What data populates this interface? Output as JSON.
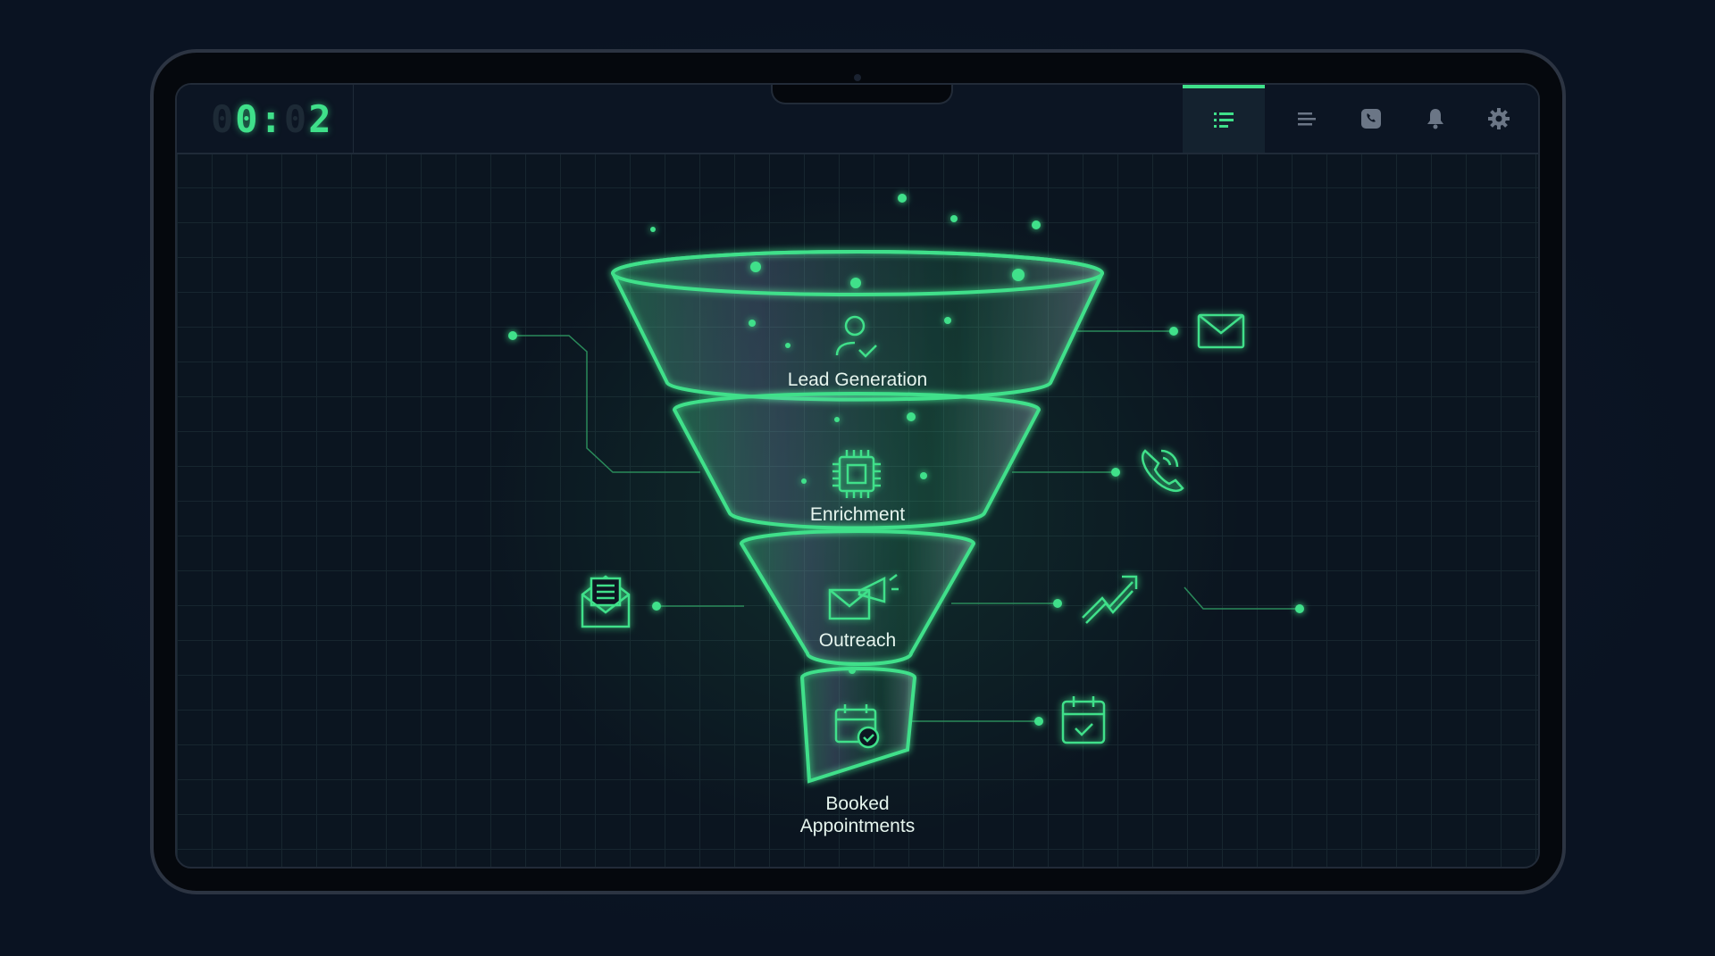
{
  "clock": {
    "digits": [
      "0",
      "0",
      ":",
      "0",
      "2"
    ],
    "lit": [
      false,
      true,
      true,
      false,
      true
    ]
  },
  "header": {
    "tabs": [
      {
        "name": "list-view",
        "icon": "list-icon",
        "active": true
      },
      {
        "name": "menu",
        "icon": "menu-lines-icon",
        "active": false
      },
      {
        "name": "phone",
        "icon": "phone-icon",
        "active": false
      },
      {
        "name": "notifications",
        "icon": "bell-icon",
        "active": false
      },
      {
        "name": "settings",
        "icon": "gear-icon",
        "active": false
      }
    ]
  },
  "funnel": {
    "stages": [
      {
        "label": "Lead Generation",
        "icon": "user-check-icon"
      },
      {
        "label": "Enrichment",
        "icon": "chip-icon"
      },
      {
        "label": "Outreach",
        "icon": "mail-megaphone-icon"
      },
      {
        "label_line1": "Booked",
        "label_line2": "Appointments",
        "icon": "calendar-check-icon"
      }
    ],
    "side_icons": [
      "envelope-icon",
      "phone-icon",
      "trend-up-icon",
      "calendar-check-icon",
      "open-letter-icon"
    ]
  },
  "colors": {
    "accent": "#3fe08a",
    "background": "#0b1424",
    "screen": "#0b1520"
  }
}
